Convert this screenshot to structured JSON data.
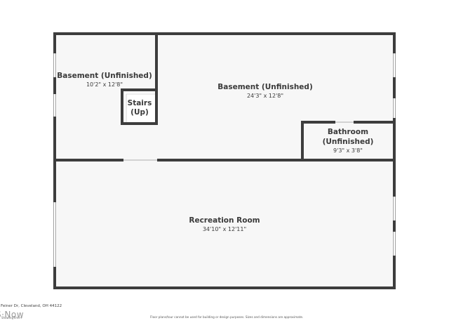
{
  "rooms": {
    "basement_left": {
      "name": "Basement (Unfinished)",
      "dimensions": "10'2\" x 12'8\""
    },
    "basement_right": {
      "name": "Basement (Unfinished)",
      "dimensions": "24'3\" x 12'8\""
    },
    "stairs": {
      "name_line1": "Stairs",
      "name_line2": "(Up)"
    },
    "bathroom": {
      "name_line1": "Bathroom",
      "name_line2": "(Unfinished)",
      "dimensions": "9'3\" x 3'8\""
    },
    "recreation": {
      "name": "Recreation Room",
      "dimensions": "34'10\" x 12'11\""
    }
  },
  "footer": {
    "address": "Feiner Dr, Cleveland, OH 44122",
    "disclaimer": "Floor plans/tour cannot be used for building or design purposes. Sizes and dimensions are approximate.",
    "brand": "ShowingTime+",
    "logo_text": "S·Now"
  },
  "colors": {
    "wall": "#3d3d3d",
    "floor": "#f7f7f7",
    "text": "#3a3a3a"
  }
}
